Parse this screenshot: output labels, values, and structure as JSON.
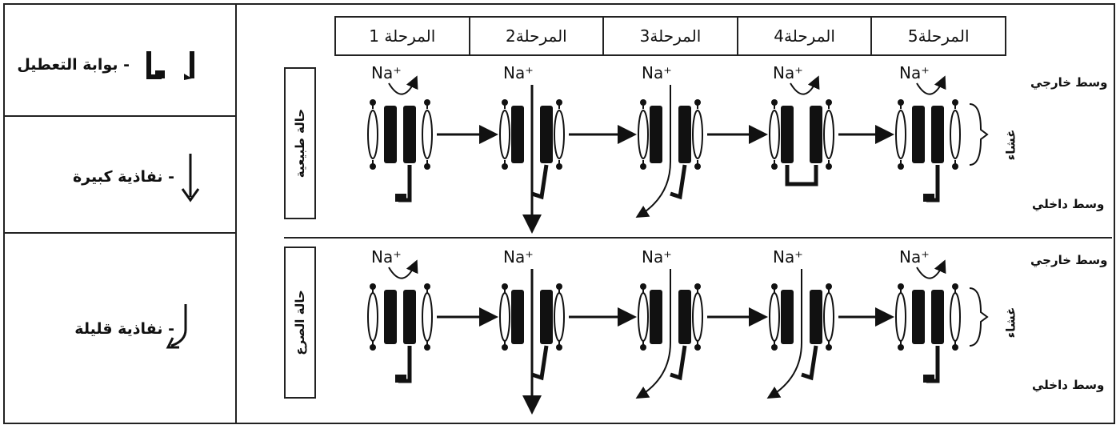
{
  "legend": {
    "inactivation_gate": "- بوابة التعطيل",
    "high_permeability": "- نفاذية كبيرة",
    "low_permeability": "- نفاذية قليلة"
  },
  "stages": [
    "المرحلة 1",
    "المرحلة2",
    "المرحلة3",
    "المرحلة4",
    "المرحلة5"
  ],
  "conditions": {
    "normal": "حالة طبيعية",
    "epilepsy": "حالة الصرع"
  },
  "medium": {
    "outer": "وسط خارجي",
    "inner": "وسط داخلي",
    "membrane": "غشاء"
  },
  "ion": "Na⁺",
  "colors": {
    "ink": "#111111",
    "paper": "#ffffff"
  }
}
